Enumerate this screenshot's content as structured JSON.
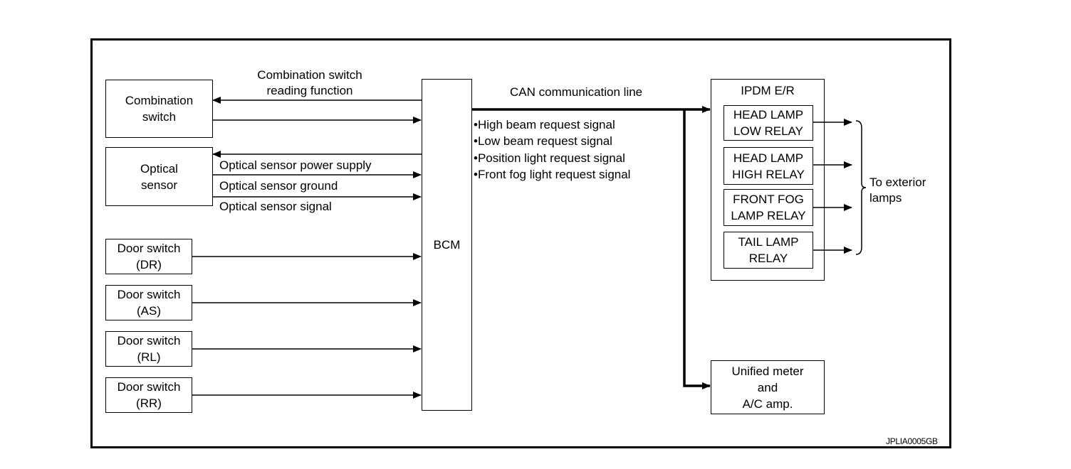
{
  "boxes": {
    "combination_switch": "Combination\nswitch",
    "optical_sensor": "Optical\nsensor",
    "door_dr": "Door switch\n(DR)",
    "door_as": "Door switch\n(AS)",
    "door_rl": "Door switch\n(RL)",
    "door_rr": "Door switch\n(RR)",
    "bcm": "BCM",
    "ipdm_title": "IPDM E/R",
    "head_low": "HEAD LAMP\nLOW RELAY",
    "head_high": "HEAD LAMP\nHIGH RELAY",
    "front_fog": "FRONT FOG\nLAMP RELAY",
    "tail_lamp": "TAIL LAMP\nRELAY",
    "unified_meter": "Unified meter\nand\nA/C amp."
  },
  "labels": {
    "combination_reading": "Combination switch\nreading function",
    "optical_power": "Optical sensor power supply",
    "optical_ground": "Optical sensor ground",
    "optical_signal": "Optical sensor signal",
    "can_line": "CAN communication line",
    "signals": [
      "•High beam request signal",
      "•Low beam request signal",
      "•Position light request signal",
      "•Front fog light request signal"
    ],
    "to_exterior": "To exterior\nlamps"
  },
  "figure_code": "JPLIA0005GB"
}
